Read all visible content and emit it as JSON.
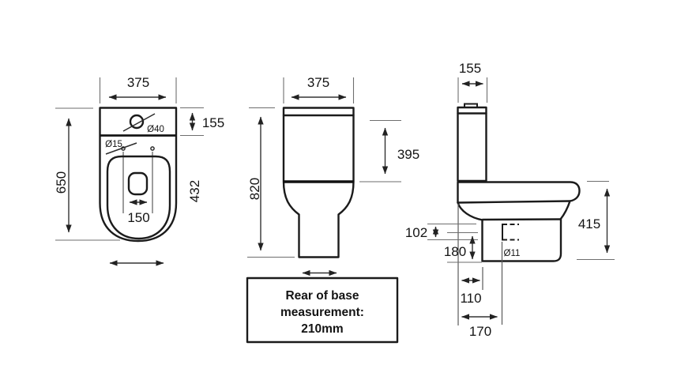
{
  "page": {
    "background": "#ffffff",
    "line_color": "#1b1b1b",
    "dim_line_color": "#333333"
  },
  "top_view": {
    "width": "375",
    "length": "650",
    "cistern_depth": "155",
    "pan_length": "432",
    "bowl_width": "150",
    "flush_hole_dia": "Ø40",
    "seat_hole_dia": "Ø15"
  },
  "front_view": {
    "width": "375",
    "height": "820",
    "cistern_height": "395"
  },
  "side_view": {
    "cistern_depth": "155",
    "pan_height": "415",
    "hole_offset": "102",
    "hole_height": "180",
    "hole_dia": "Ø11",
    "rear_to_pedestal": "110",
    "rear_to_hole": "170"
  },
  "note": {
    "line1": "Rear of base",
    "line2": "measurement:",
    "line3": "210mm"
  }
}
